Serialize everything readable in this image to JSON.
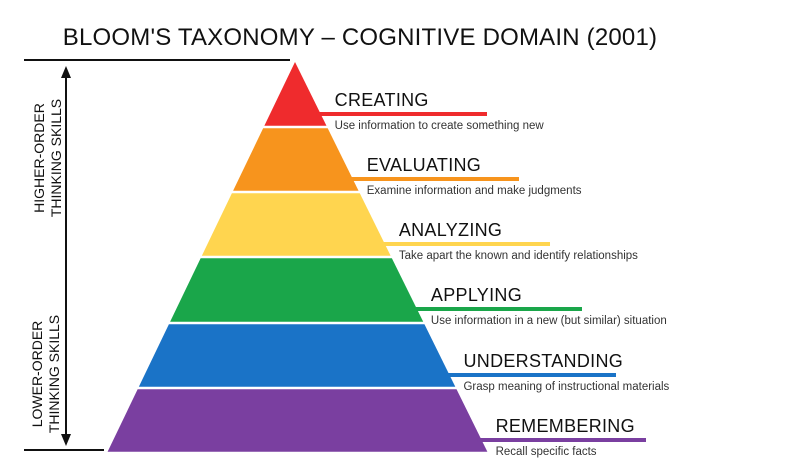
{
  "title": "BLOOM'S TAXONOMY – COGNITIVE DOMAIN (2001)",
  "side_labels": {
    "higher": [
      "HIGHER-ORDER",
      "THINKING SKILLS"
    ],
    "lower": [
      "LOWER-ORDER",
      "THINKING SKILLS"
    ]
  },
  "levels": [
    {
      "name": "CREATING",
      "description": "Use information to create something new",
      "color": "#ef2b2d"
    },
    {
      "name": "EVALUATING",
      "description": "Examine information and make judgments",
      "color": "#f7941d"
    },
    {
      "name": "ANALYZING",
      "description": "Take apart the known and identify relationships",
      "color": "#ffd54f"
    },
    {
      "name": "APPLYING",
      "description": "Use information in a new (but similar) situation",
      "color": "#1aa64a"
    },
    {
      "name": "UNDERSTANDING",
      "description": "Grasp meaning of instructional materials",
      "color": "#1a73c7"
    },
    {
      "name": "REMEMBERING",
      "description": "Recall specific facts",
      "color": "#7a3fa0"
    }
  ]
}
